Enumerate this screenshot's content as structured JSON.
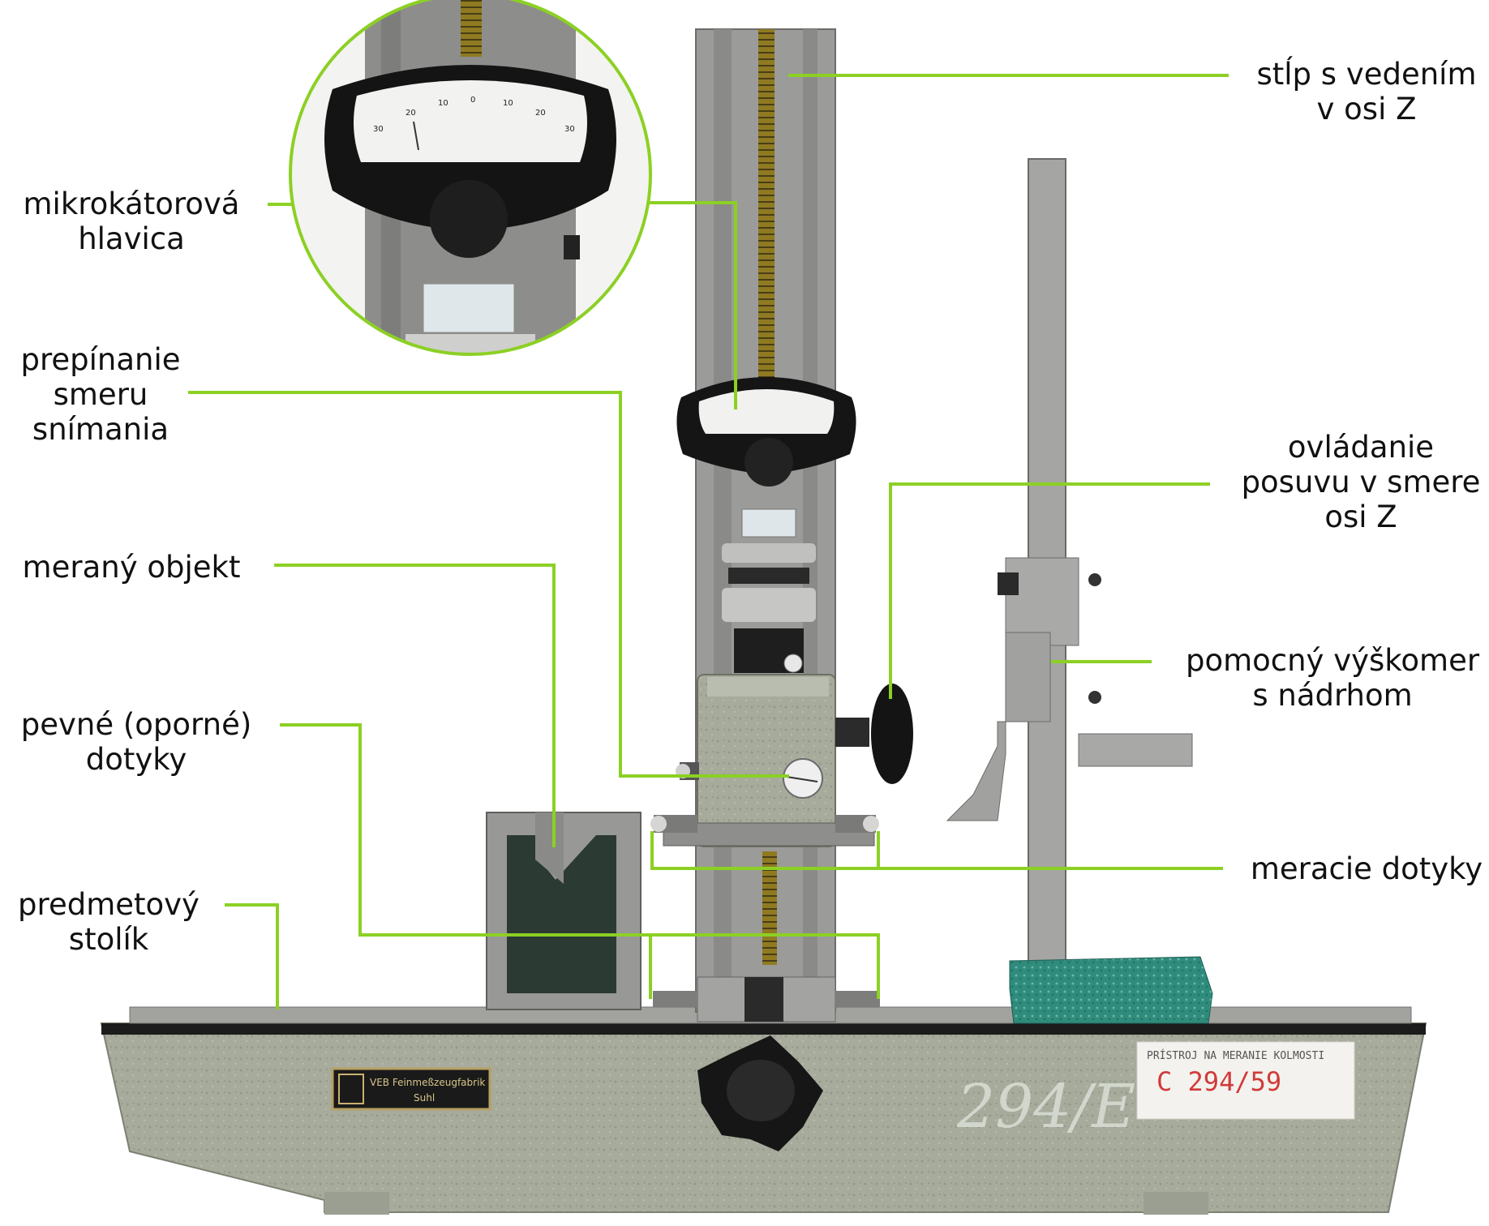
{
  "colors": {
    "leader": "#8cd024",
    "machine": "#a9ad9f",
    "steel": "#9a9a98",
    "dark": "#1b1b1b",
    "scale": "#a08a2a",
    "stand": "#2e8a7a"
  },
  "labels": {
    "column": [
      "stĺp s vedením",
      "v osi Z"
    ],
    "head": [
      "mikrokátorová",
      "hlavica"
    ],
    "switch": [
      "prepínanie",
      "smeru",
      "snímania"
    ],
    "zfeed": [
      "ovládanie",
      "posuvu v smere",
      "osi Z"
    ],
    "object": [
      "meraný objekt"
    ],
    "gauge": [
      "pomocný výškomer",
      "s nádrhom"
    ],
    "fixed": [
      "pevné (oporné)",
      "dotyky"
    ],
    "probes": [
      "meracie dotyky"
    ],
    "table": [
      "predmetový",
      "stolík"
    ]
  },
  "dial": {
    "ticks": [
      "30",
      "20",
      "10",
      "0",
      "10",
      "20",
      "30"
    ]
  },
  "nameplate": {
    "line1": "VEB Feinmeßzeugfabrik",
    "line2": "Suhl"
  },
  "sticker": {
    "line1": "PRÍSTROJ NA MERANIE KOLMOSTI",
    "line2": "C 294/59"
  },
  "chalk_mark": "294/E"
}
